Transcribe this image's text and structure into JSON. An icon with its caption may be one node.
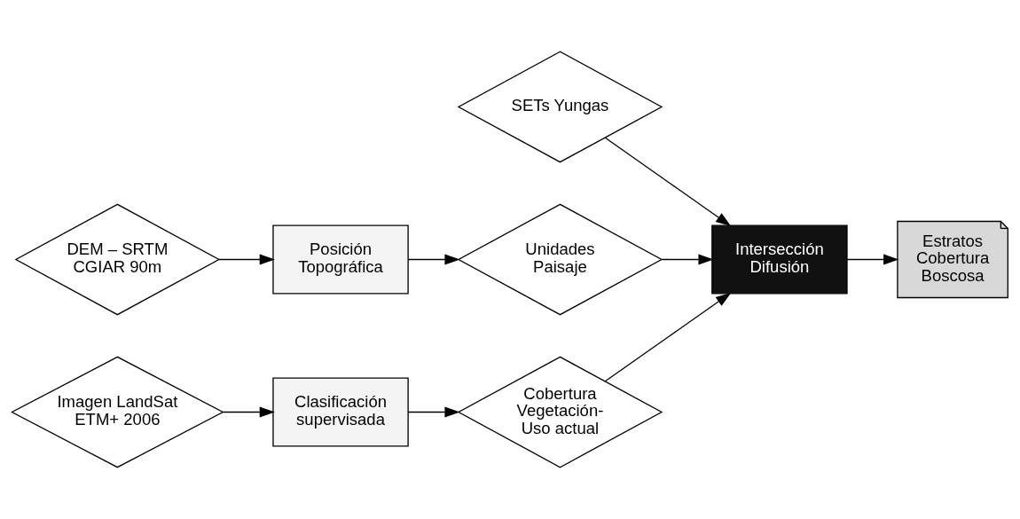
{
  "diagram": {
    "nodes": [
      {
        "text": [
          "SETs Yungas"
        ]
      },
      {
        "text": [
          "DEM – SRTM CGIAR 90m"
        ]
      },
      {
        "text": [
          "Posición Topográfica"
        ]
      },
      {
        "text": [
          "Unidades Paisaje"
        ]
      },
      {
        "text": [
          "Imagen LandSat ETM+ 2006"
        ]
      },
      {
        "text": [
          "Clasificación supervisada"
        ]
      },
      {
        "text": [
          "Cobertura Vegetación- Uso actual"
        ]
      },
      {
        "text": [
          "Intersección Difusión"
        ]
      },
      {
        "text": [
          "Estratos Cobertura Boscosa"
        ]
      }
    ],
    "edges": [
      {
        "from": 0,
        "to": 7,
        "arrow": "to"
      },
      {
        "from": 1,
        "to": 2,
        "arrow": "to"
      },
      {
        "from": 2,
        "to": 3,
        "arrow": "to"
      },
      {
        "from": 3,
        "to": 7,
        "arrow": "to"
      },
      {
        "from": 4,
        "to": 5,
        "arrow": "to"
      },
      {
        "from": 5,
        "to": 6,
        "arrow": "to"
      },
      {
        "from": 6,
        "to": 7,
        "arrow": "to"
      },
      {
        "from": 7,
        "to": 8,
        "arrow": "to"
      }
    ]
  }
}
